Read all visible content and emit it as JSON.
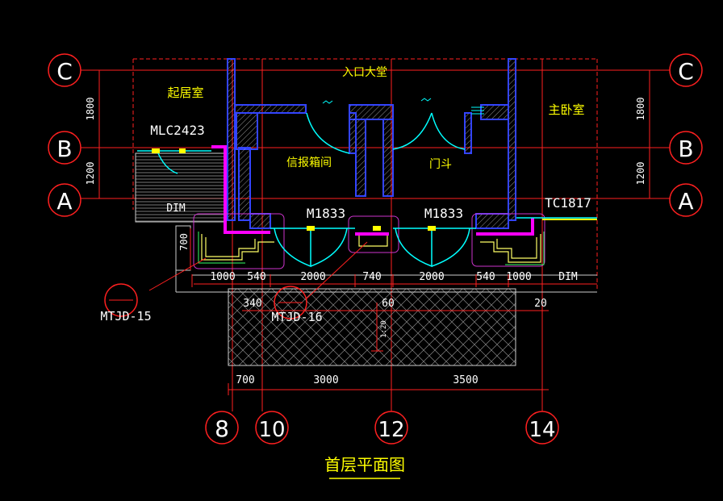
{
  "title": "首层平面图",
  "colors": {
    "background": "#000000",
    "grid_line": "#ff2020",
    "wall": "#3344ff",
    "hatch": "#ffffff",
    "door": "#00ffff",
    "highlight": "#ff00ff",
    "room_text": "#ffff00",
    "dim_text": "#ffffff"
  },
  "grid_axes": {
    "rows": [
      "C",
      "B",
      "A"
    ],
    "columns": [
      "8",
      "10",
      "12",
      "14"
    ]
  },
  "rooms": {
    "living": "起居室",
    "lobby": "入口大堂",
    "master_bedroom": "主卧室",
    "mailbox_room": "信报箱间",
    "vestibule": "门斗"
  },
  "openings": {
    "window_left": "MLC2423",
    "door_left": "M1833",
    "door_right": "M1833",
    "window_right": "TC1817"
  },
  "tags": {
    "left": "MTJD-15",
    "mid": "MTJD-16"
  },
  "dims": {
    "vertical_left": [
      "1800",
      "1200"
    ],
    "vertical_right": [
      "1800",
      "1200"
    ],
    "side_700": "700",
    "row1": [
      "1000",
      "540",
      "2000",
      "740",
      "2000",
      "540",
      "1000",
      "DIM"
    ],
    "row2": [
      "340",
      "60",
      "20"
    ],
    "row3": [
      "700",
      "3000",
      "3500"
    ],
    "dim_left_label": "DIM",
    "slope_note": "1:20"
  }
}
